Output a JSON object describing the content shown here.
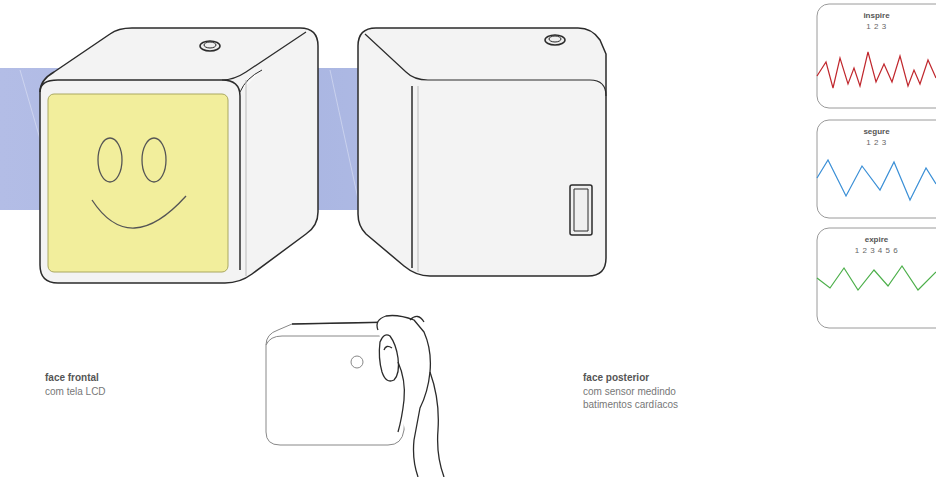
{
  "diagram": {
    "nodes": [
      {
        "text": [
          "inspire",
          "1 2 3"
        ]
      },
      {
        "text": [
          "segure",
          "1 2 3"
        ]
      },
      {
        "text": [
          "expire",
          "1 2 3 4 5 6"
        ]
      }
    ],
    "labels": [
      "face frontal",
      "com tela LCD",
      "face posterior",
      "com sensor medindo batimentos cardíacos"
    ]
  }
}
